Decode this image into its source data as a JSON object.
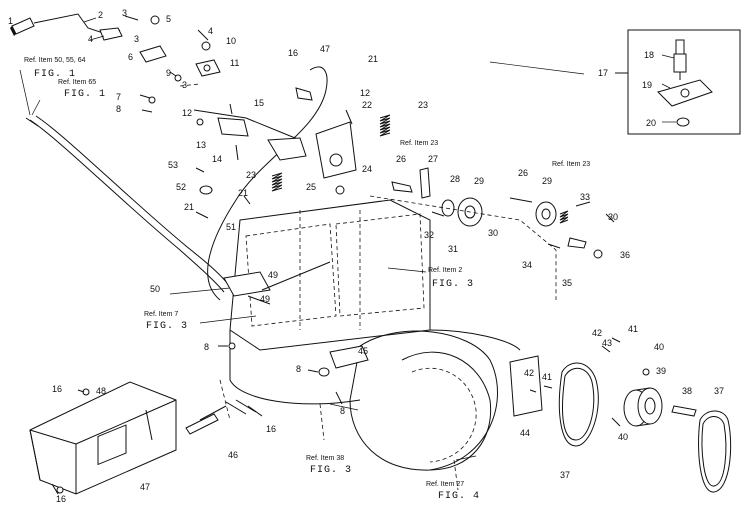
{
  "diagram": {
    "callouts": [
      "1",
      "2",
      "3",
      "4",
      "5",
      "6",
      "7",
      "8",
      "9",
      "10",
      "11",
      "12",
      "13",
      "14",
      "15",
      "16",
      "17",
      "18",
      "19",
      "20",
      "21",
      "22",
      "23",
      "24",
      "25",
      "26",
      "27",
      "28",
      "29",
      "30",
      "31",
      "32",
      "33",
      "34",
      "35",
      "36",
      "37",
      "38",
      "39",
      "40",
      "41",
      "42",
      "43",
      "44",
      "45",
      "46",
      "47",
      "48",
      "49",
      "50",
      "51",
      "52",
      "53"
    ],
    "references": {
      "ref_50_55_64": "Ref. Item 50, 55, 64",
      "fig1": "FIG. 1",
      "ref_65": "Ref. Item 65",
      "fig1b": "FIG. 1",
      "ref_23a": "Ref. Item 23",
      "ref_23b": "Ref. Item 23",
      "ref_2": "Ref. Item 2",
      "fig3a": "FIG. 3",
      "ref_7": "Ref. Item 7",
      "fig3b": "FIG. 3",
      "ref_38": "Ref. Item 38",
      "fig3c": "FIG. 3",
      "ref_27": "Ref. Item 27",
      "fig4": "FIG. 4"
    }
  }
}
